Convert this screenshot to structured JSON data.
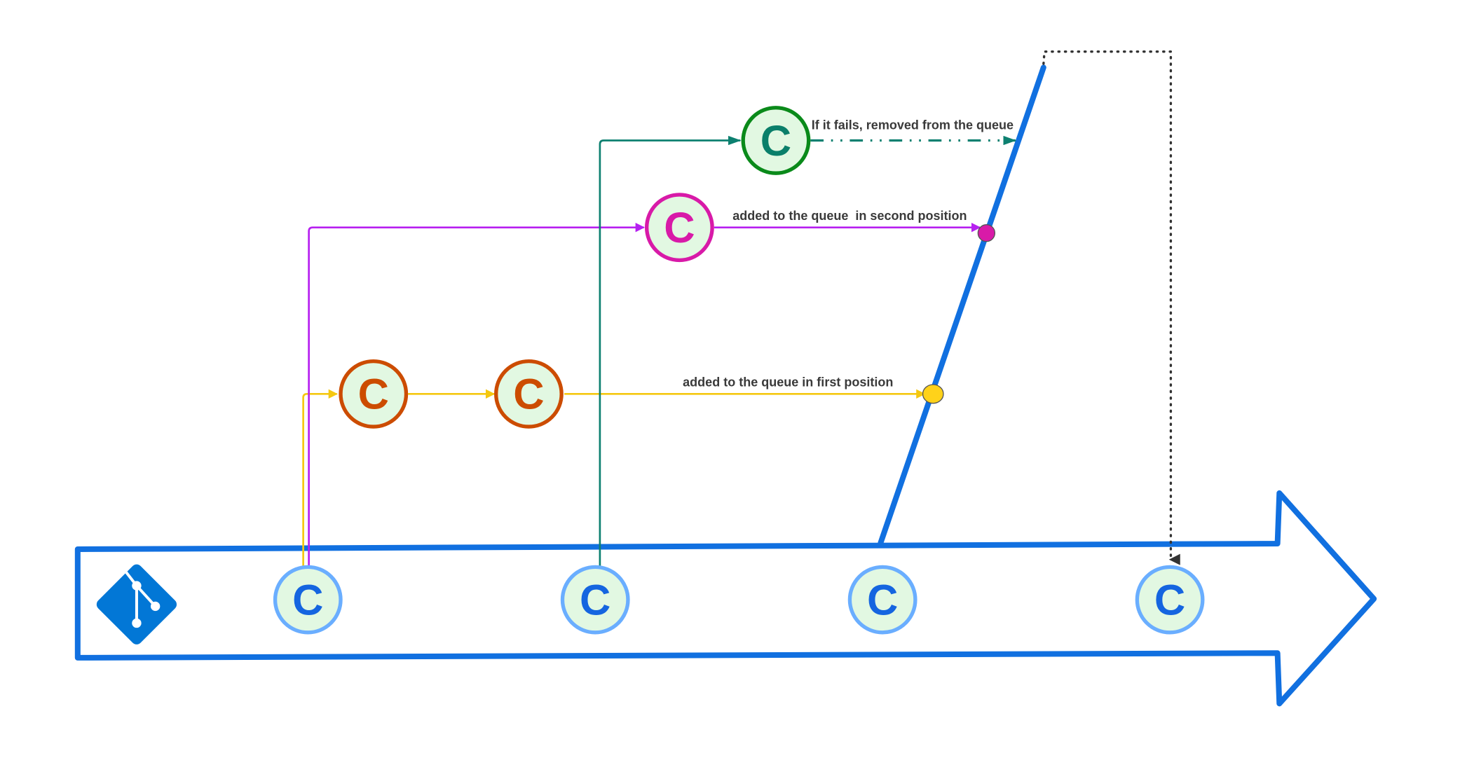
{
  "commit_letter": "C",
  "labels": {
    "fail": "If it fails, removed from the queue",
    "second": "added to the queue  in second position",
    "first": "added to the queue in first position"
  },
  "colors": {
    "main_branch": "#1170e0",
    "main_commit_stroke": "#6aaeff",
    "commit_fill": "#e2f8e2",
    "feature_orange": "#cc4c00",
    "feature_magenta": "#d81aa8",
    "feature_green": "#0a8a1a",
    "yellow_line": "#f5c810",
    "purple_line": "#b620f0",
    "teal_line": "#0d8070"
  },
  "icons": {
    "logo": "git-logo-icon"
  }
}
